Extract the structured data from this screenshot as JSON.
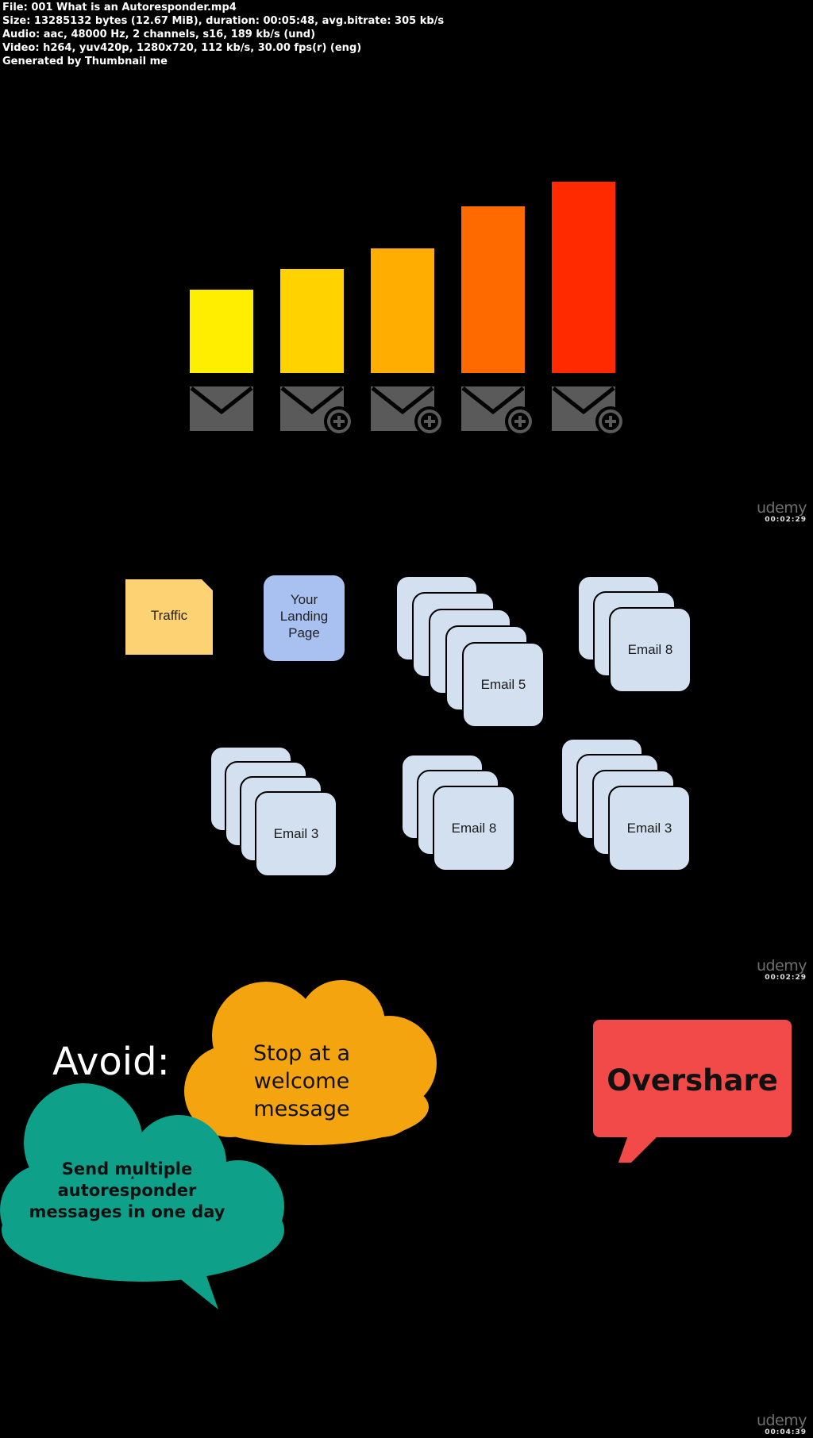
{
  "info": {
    "lines": [
      "File: 001 What is an Autoresponder.mp4",
      "Size: 13285132 bytes (12.67 MiB), duration: 00:05:48, avg.bitrate: 305 kb/s",
      "Audio: aac, 48000 Hz, 2 channels, s16, 189 kb/s (und)",
      "Video: h264, yuv420p, 1280x720, 112 kb/s, 30.00 fps(r) (eng)",
      "Generated by Thumbnail me"
    ]
  },
  "frame1": {
    "bars": [
      {
        "value": 1.0,
        "color": "#ffee00"
      },
      {
        "value": 1.25,
        "color": "#ffd200"
      },
      {
        "value": 1.5,
        "color": "#ffae00"
      },
      {
        "value": 2.0,
        "color": "#ff6a00"
      },
      {
        "value": 2.3,
        "color": "#ff2a00"
      }
    ],
    "envelope_color": "#5a5a5a",
    "envelopes": [
      {
        "icon": "envelope-icon",
        "has_plus": false
      },
      {
        "icon": "envelope-plus-icon",
        "has_plus": true
      },
      {
        "icon": "envelope-plus-icon",
        "has_plus": true
      },
      {
        "icon": "envelope-plus-icon",
        "has_plus": true
      },
      {
        "icon": "envelope-plus-icon",
        "has_plus": true
      }
    ],
    "watermark": {
      "logo": "udemy",
      "timestamp": "00:02:29"
    }
  },
  "frame2": {
    "traffic_label": "Traffic",
    "traffic_color": "#fdd273",
    "landing_label": "Your Landing Page",
    "landing_lines": [
      "Your",
      "Landing",
      "Page"
    ],
    "landing_color": "#a8c1f0",
    "email_color": "#d3e0ef",
    "stacks": [
      {
        "label": "Email 5",
        "count": 5
      },
      {
        "label": "Email 8",
        "count": 3
      },
      {
        "label": "Email 3",
        "count": 4
      },
      {
        "label": "Email 8",
        "count": 3
      },
      {
        "label": "Email 3",
        "count": 4
      }
    ],
    "watermark": {
      "logo": "udemy",
      "timestamp": "00:02:29"
    }
  },
  "frame3": {
    "avoid_label": "Avoid:",
    "orange_cloud": {
      "lines": [
        "Stop at a",
        "welcome",
        "message"
      ],
      "color": "#f3a40f"
    },
    "teal_cloud": {
      "lines": [
        "Send multiple",
        "autoresponder",
        "messages in one day"
      ],
      "color": "#0fa08a"
    },
    "overshare": {
      "label": "Overshare",
      "color": "#f24a48"
    },
    "watermark": {
      "logo": "udemy",
      "timestamp": "00:04:39"
    }
  }
}
